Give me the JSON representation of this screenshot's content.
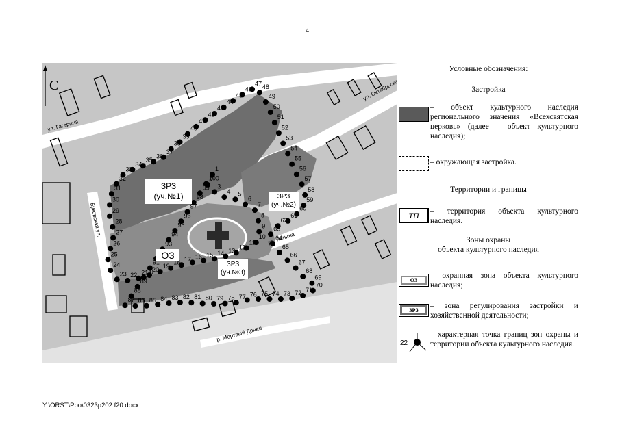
{
  "page_number": "4",
  "north_label": "С",
  "map": {
    "zone_labels": {
      "zrz1": "ЗРЗ\n(уч.№1)",
      "zrz2": "ЗРЗ\n(уч.№2)",
      "zrz3": "ЗРЗ\n(уч.№3)",
      "oz": "ОЗ"
    },
    "street_labels": {
      "gagarina": "ул. Гагарина",
      "oktyabrskaya": "ул. Октябрьская",
      "bukovskaya": "Буковская ул.",
      "lenina": "ул. Ленина",
      "river": "р. Мертвый Донец"
    },
    "point_labels": [
      "1",
      "2",
      "3",
      "4",
      "5",
      "6",
      "7",
      "8",
      "9",
      "10",
      "11",
      "12",
      "13",
      "14",
      "15",
      "16",
      "17",
      "18",
      "19",
      "20",
      "21",
      "22",
      "23",
      "24",
      "25",
      "26",
      "27",
      "28",
      "29",
      "30",
      "31",
      "32",
      "33",
      "34",
      "35",
      "36",
      "37",
      "38",
      "39",
      "40",
      "41",
      "42",
      "43",
      "44",
      "45",
      "46",
      "47",
      "48",
      "49",
      "50",
      "51",
      "52",
      "53",
      "54",
      "55",
      "56",
      "57",
      "58",
      "59",
      "60",
      "61",
      "62",
      "63",
      "64",
      "65",
      "66",
      "67",
      "68",
      "69",
      "70",
      "71",
      "72",
      "73",
      "74",
      "75",
      "76",
      "77",
      "78",
      "79",
      "80",
      "81",
      "82",
      "83",
      "84",
      "85",
      "86",
      "87",
      "88",
      "89",
      "90",
      "91",
      "92",
      "93",
      "94",
      "95",
      "96",
      "97",
      "98",
      "99",
      "100"
    ]
  },
  "legend": {
    "heading": "Условные обозначения:",
    "section_buildings": "Застройка",
    "item_heritage_object": "– объект культурного наследия регионального значения «Всехсвятская церковь» (далее – объект культурного наследия);",
    "item_surrounding": "– окружающая застройка.",
    "section_territories": "Территории и границы",
    "item_territory_symbol": "ТП",
    "item_territory": "– территория объекта культурного наследия.",
    "section_zones": "Зоны охраны\nобъекта культурного наследия",
    "item_oz_symbol": "ОЗ",
    "item_oz": "– охранная зона объекта культурного наследия;",
    "item_zrz_symbol": "ЗРЗ",
    "item_zrz": "– зона регулирования застройки и хозяйственной деятельности;",
    "item_point_number": "22",
    "item_point": "– характерная точка границ зон охраны и территории объекта культурного наследия."
  },
  "footer_path": "Y:\\ORST\\Ppo\\0323p202.f20.docx",
  "colors": {
    "map_background": "#c6c6c6",
    "zone_dark": "#6e6e6e",
    "zone_light": "#8c8c8c",
    "road": "#ffffff",
    "point_fill": "#000000"
  }
}
